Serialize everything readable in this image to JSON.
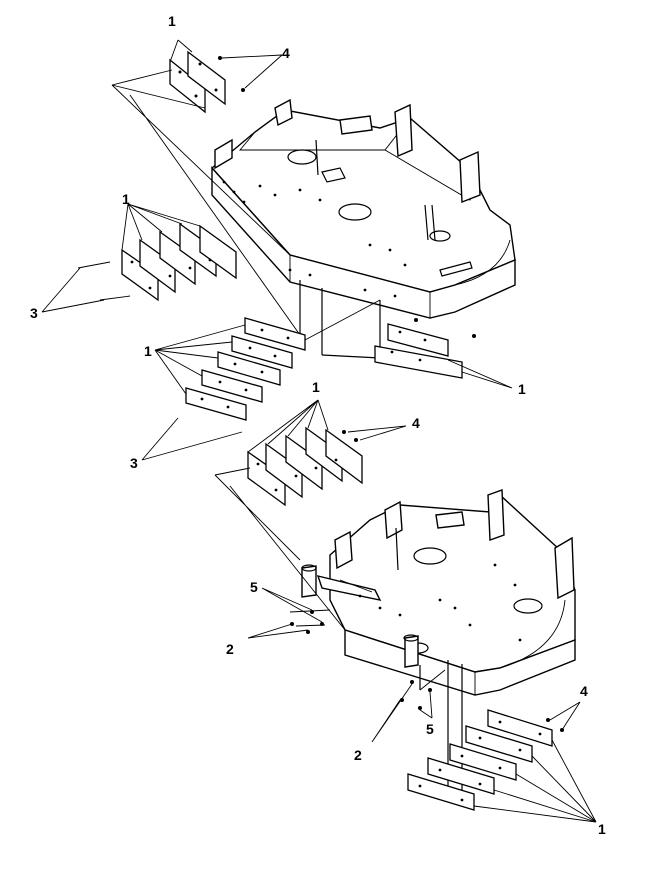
{
  "diagram": {
    "type": "exploded-parts-view",
    "line_color": "#000000",
    "background": "#ffffff",
    "callouts": [
      "1",
      "4",
      "1",
      "3",
      "1",
      "3",
      "1",
      "1",
      "4",
      "5",
      "2",
      "2",
      "5",
      "4",
      "1"
    ]
  }
}
